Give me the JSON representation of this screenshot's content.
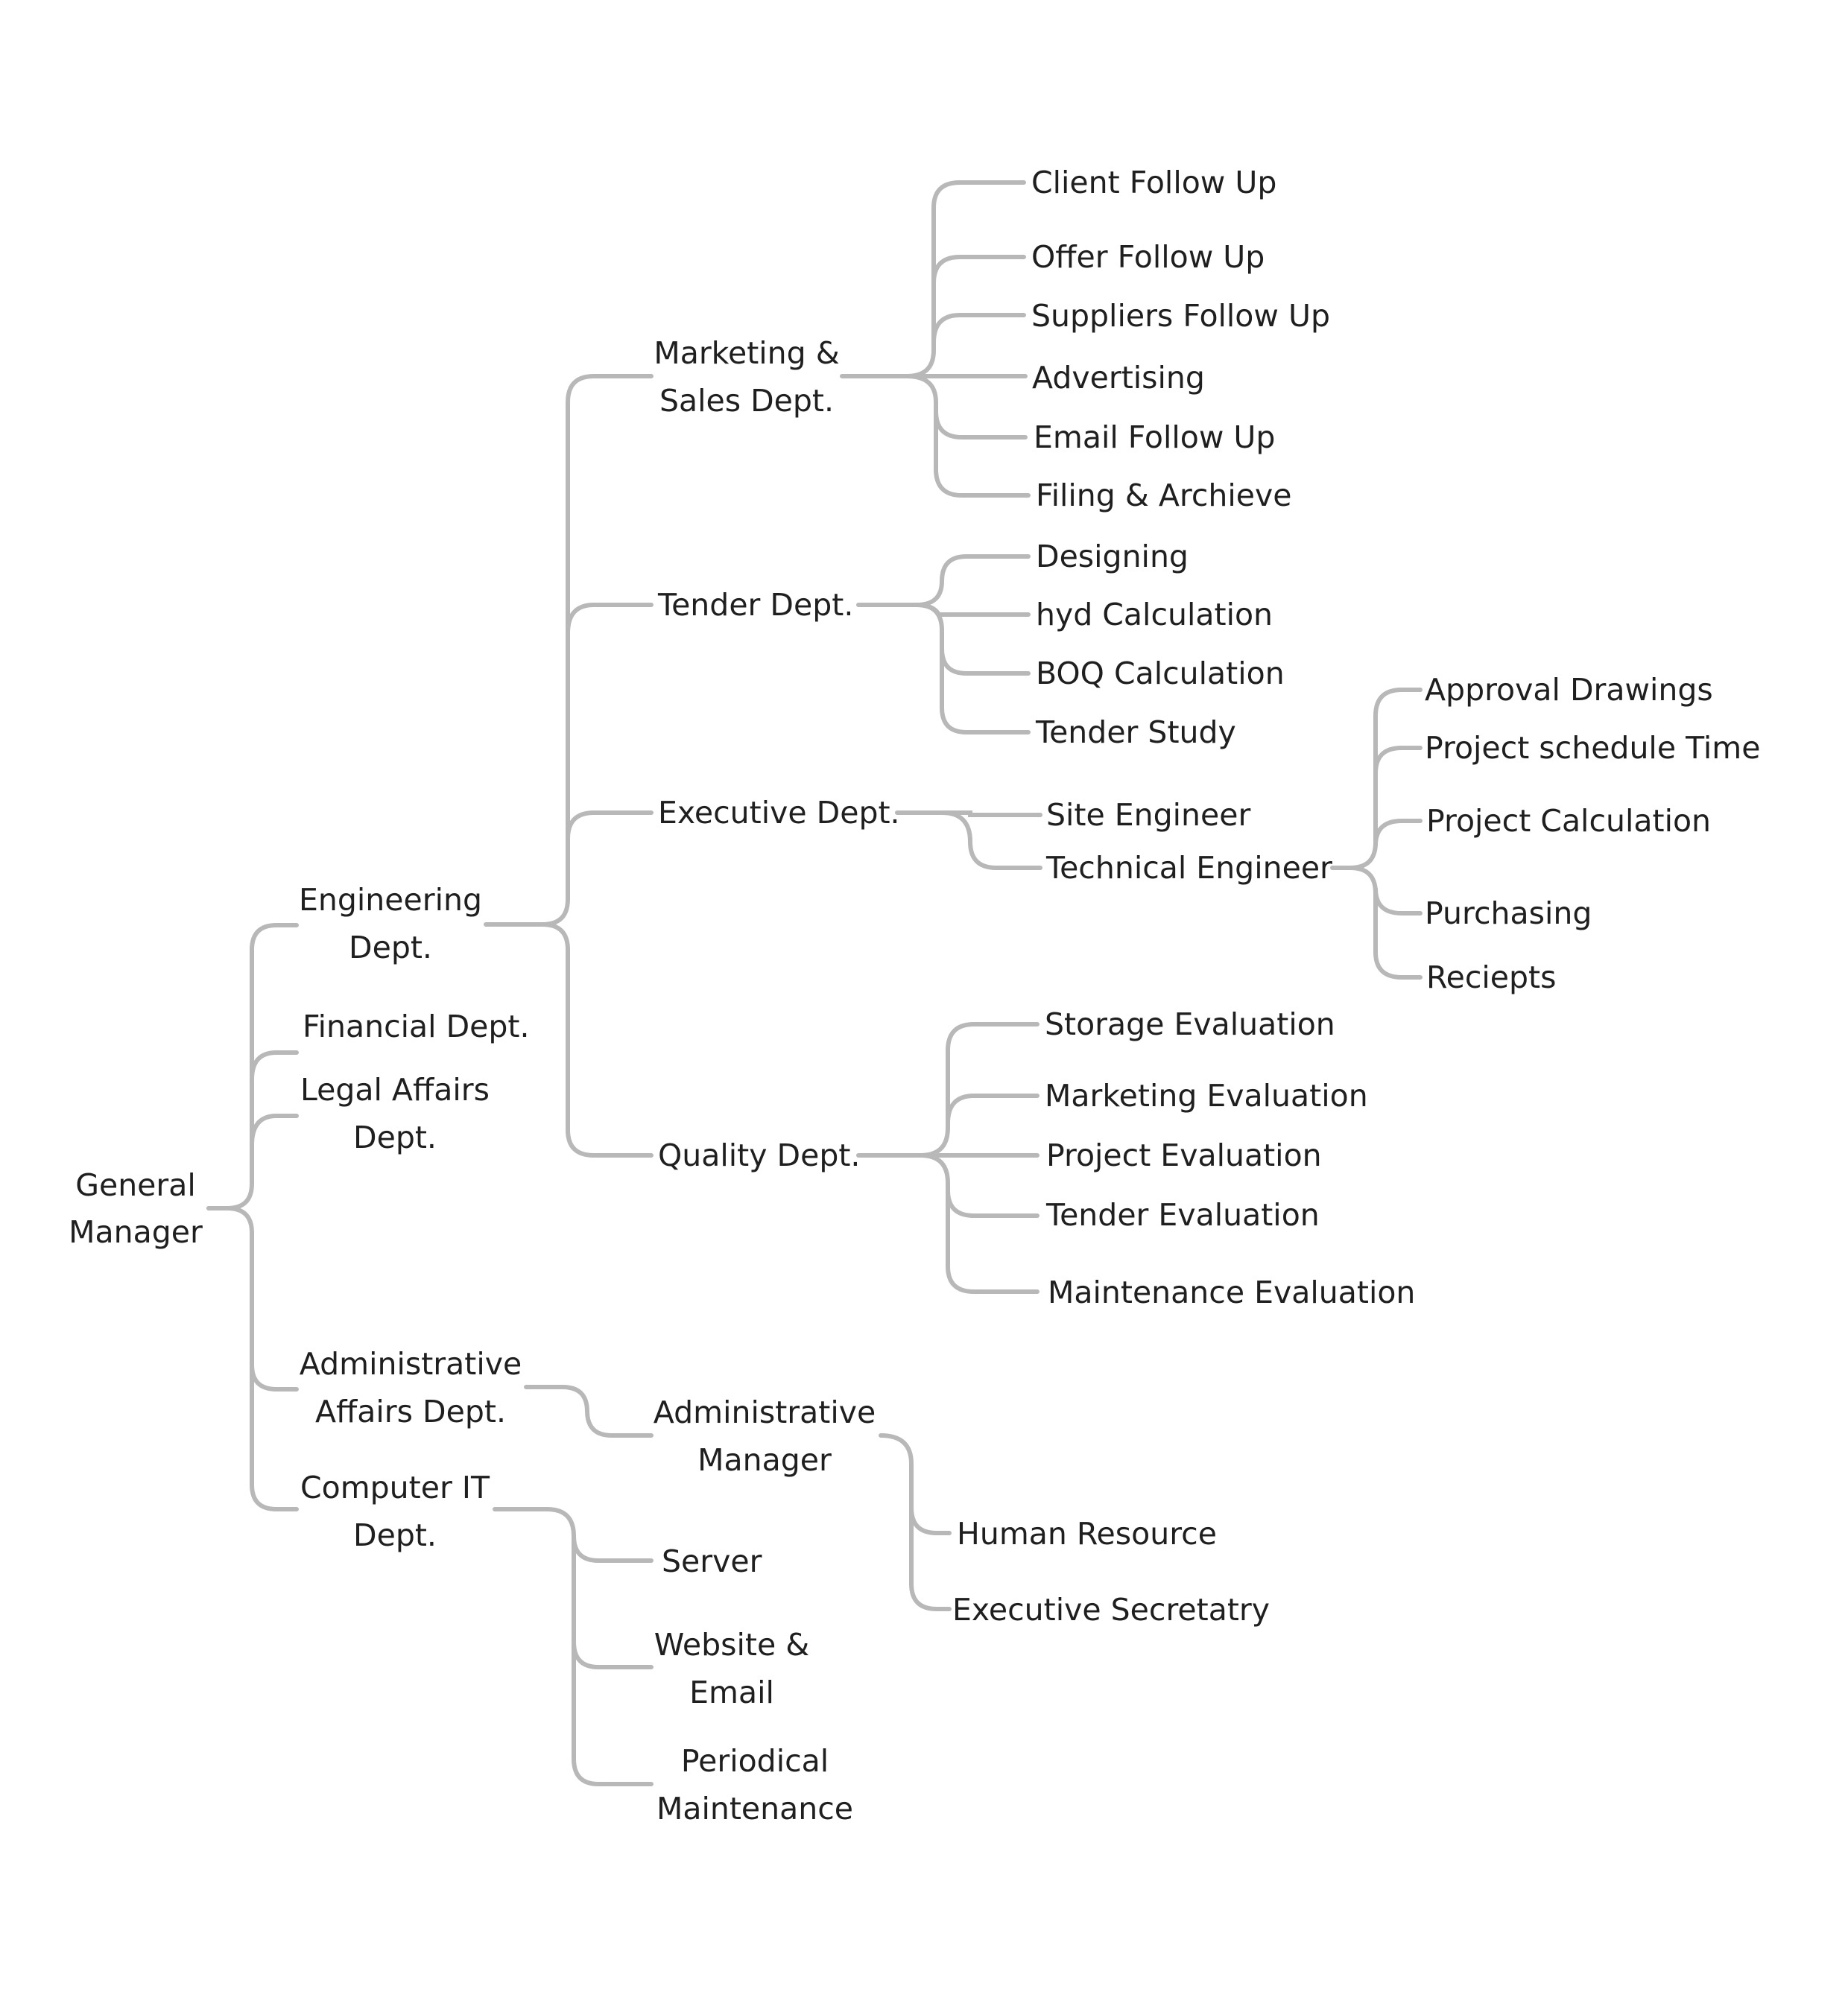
{
  "diagram": {
    "line_color": "#b8b8b8",
    "text_color": "#1f1f1f",
    "root": {
      "lines": [
        "General",
        "Manager"
      ]
    },
    "departments": {
      "engineering": [
        "Engineering",
        "Dept."
      ],
      "financial": [
        "Financial Dept."
      ],
      "legal": [
        "Legal Affairs",
        "Dept."
      ],
      "administrative": [
        "Administrative",
        "Affairs Dept."
      ],
      "computer_it": [
        "Computer IT",
        "Dept."
      ]
    },
    "engineering_children": {
      "marketing": [
        "Marketing &",
        "Sales Dept."
      ],
      "tender": [
        "Tender Dept."
      ],
      "executive": [
        "Executive Dept."
      ],
      "quality": [
        "Quality Dept."
      ]
    },
    "marketing_children": [
      "Client Follow Up",
      "Offer Follow Up",
      "Suppliers Follow Up",
      "Advertising",
      "Email Follow Up",
      "Filing & Archieve"
    ],
    "tender_children": [
      "Designing",
      "hyd Calculation",
      "BOQ Calculation",
      "Tender Study"
    ],
    "executive_children": [
      "Site Engineer",
      "Technical Engineer"
    ],
    "technical_engineer_children": [
      "Approval Drawings",
      "Project schedule Time",
      "Project Calculation",
      "Purchasing",
      "Reciepts"
    ],
    "quality_children": [
      "Storage Evaluation",
      "Marketing Evaluation",
      "Project Evaluation",
      "Tender Evaluation",
      "Maintenance Evaluation"
    ],
    "administrative_children": {
      "manager": [
        "Administrative",
        "Manager"
      ]
    },
    "admin_manager_children": [
      "Human Resource",
      "Executive Secretatry"
    ],
    "computer_it_children": {
      "server": [
        "Server"
      ],
      "website": [
        "Website &",
        "Email"
      ],
      "periodical": [
        "Periodical",
        "Maintenance"
      ]
    }
  }
}
